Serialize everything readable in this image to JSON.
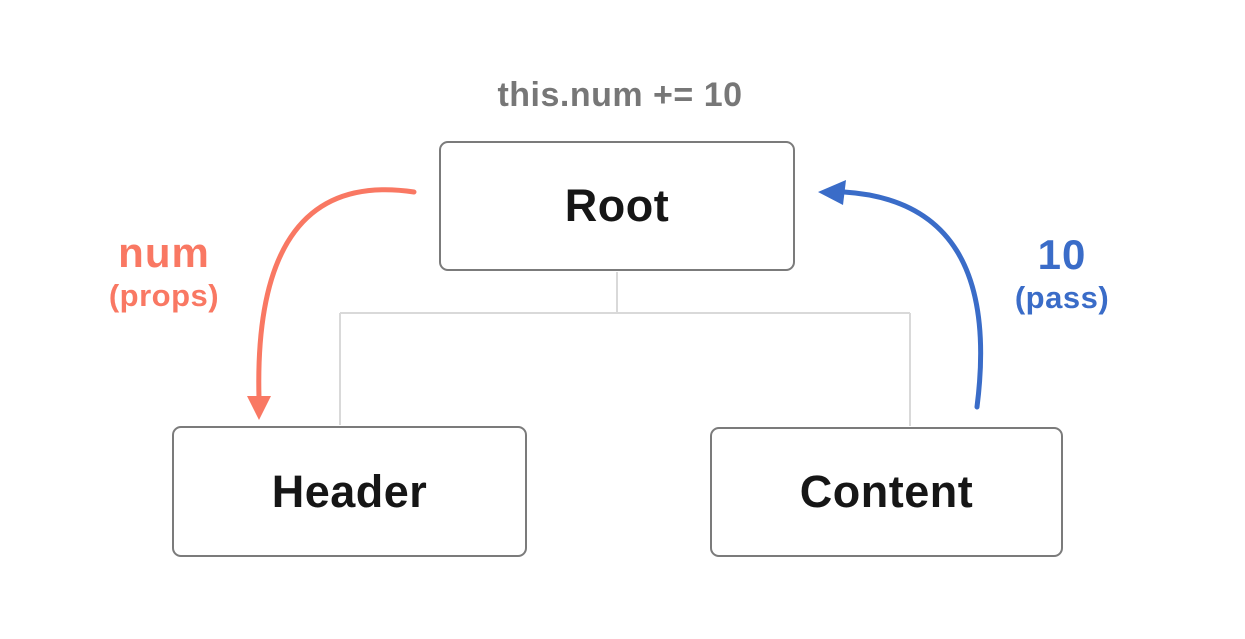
{
  "diagram": {
    "title": "this.num += 10",
    "nodes": [
      {
        "id": "root",
        "label": "Root"
      },
      {
        "id": "header",
        "label": "Header"
      },
      {
        "id": "content",
        "label": "Content"
      }
    ],
    "annotations": [
      {
        "id": "props",
        "value": "num",
        "caption": "(props)"
      },
      {
        "id": "pass",
        "value": "10",
        "caption": "(pass)"
      }
    ],
    "colors": {
      "accent_red": "#f97863",
      "accent_blue": "#3a6cc8",
      "title_gray": "#777777",
      "node_border": "#7b7b7b",
      "node_text": "#161616",
      "tree_line": "#d9d9d9"
    }
  }
}
